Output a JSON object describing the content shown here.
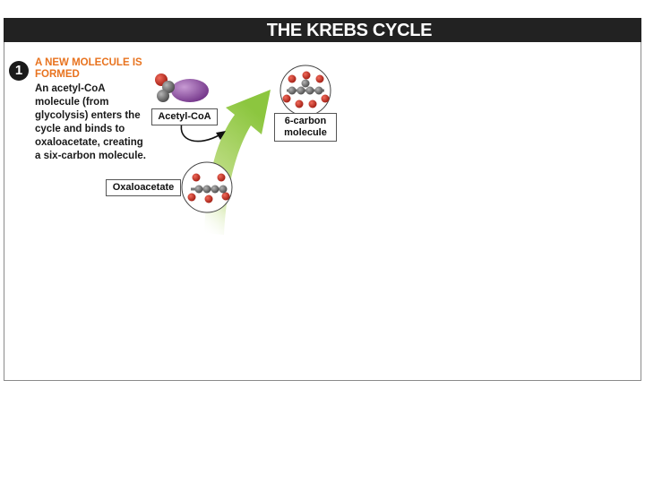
{
  "title": "THE KREBS CYCLE",
  "step": {
    "number": "1",
    "heading": "A NEW MOLECULE IS FORMED",
    "body": "An acetyl-CoA molecule (from glycolysis) enters the cycle and binds to oxaloacetate, creating a six-carbon molecule."
  },
  "labels": {
    "acetyl": "Acetyl-CoA",
    "oxalo": "Oxaloacetate",
    "six_carbon": "6-carbon molecule"
  },
  "colors": {
    "title_bg": "#222222",
    "heading": "#e8731f",
    "arrow_green": "#8cc63f",
    "oxygen": "#c8281e",
    "carbon": "#6d6d6d",
    "coa_purple": "#8e4fa0"
  }
}
